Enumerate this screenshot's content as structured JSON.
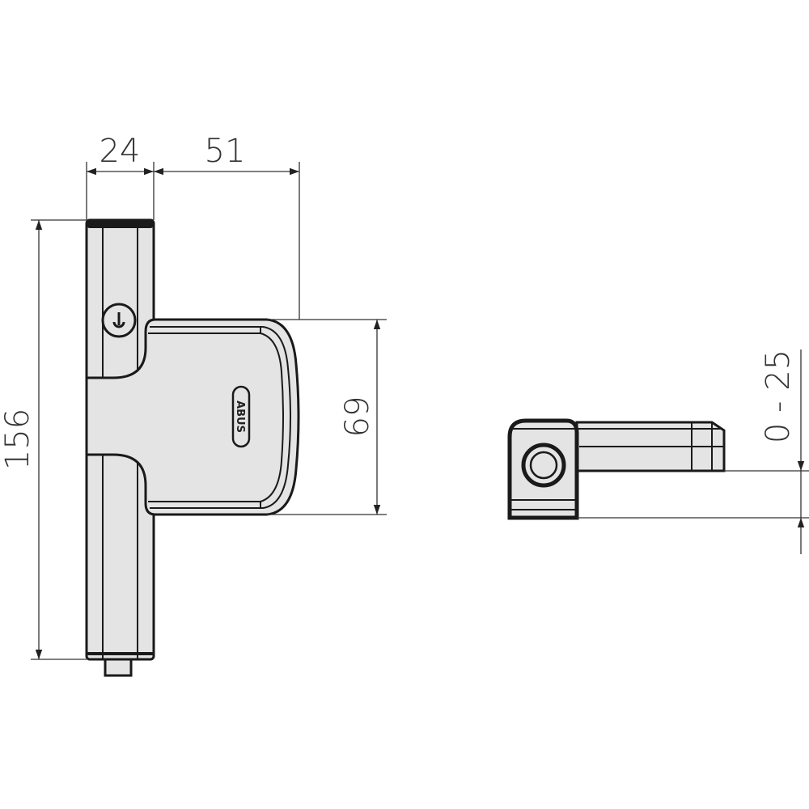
{
  "dimensions": {
    "width_bar": "24",
    "width_handle": "51",
    "height_total": "156",
    "height_handle": "69",
    "adjust_range": "0 - 25"
  },
  "brand_logo": "ABUS",
  "colors": {
    "line": "#1a1a1a",
    "fill": "#e4e4e4",
    "dimension": "#333333"
  }
}
